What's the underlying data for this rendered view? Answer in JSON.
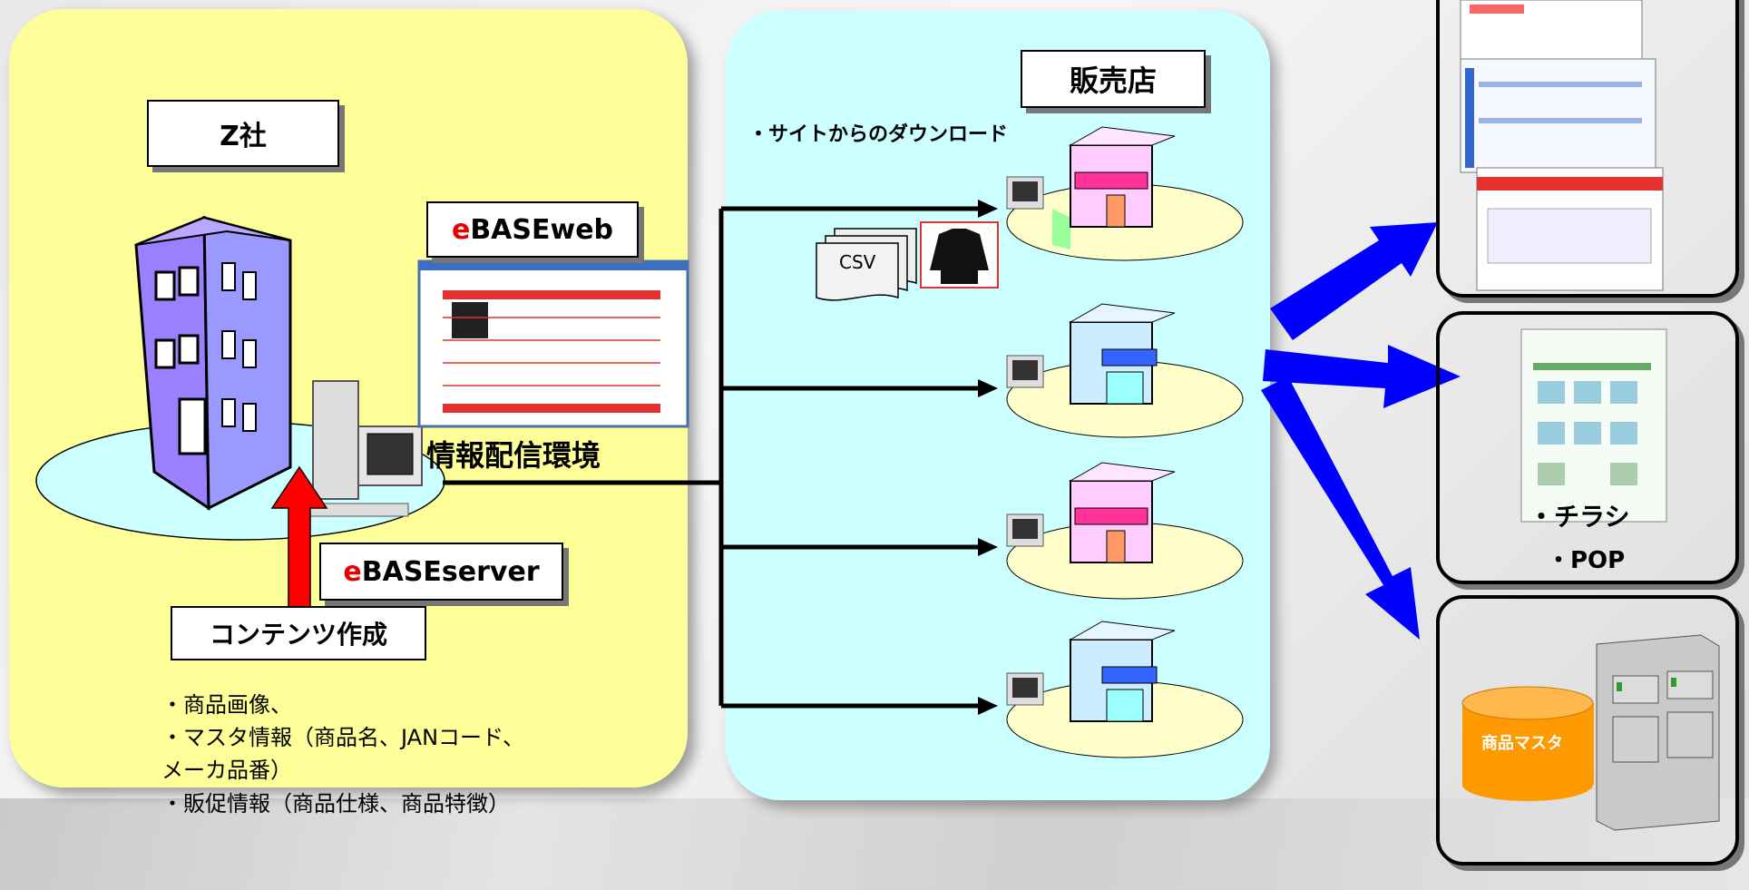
{
  "company": {
    "name": "Z社",
    "server_prefix": "e",
    "server_suffix": "BASEserver",
    "web_prefix": "e",
    "web_suffix": "BASEweb",
    "distribution": "情報配信環境",
    "content_creation": "コンテンツ作成",
    "contents": [
      "・商品画像、",
      "・マスタ情報（商品名、JANコード、",
      "メーカ品番）",
      "・販促情報（商品仕様、商品特徴）"
    ]
  },
  "store": {
    "title": "販売店",
    "download_note": "・サイトからのダウンロード",
    "csv_label": "CSV"
  },
  "outputs": {
    "flyer": "・チラシ",
    "pop": "・POP",
    "master": "商品マスタ"
  },
  "colors": {
    "company_panel": "#ffff99",
    "store_panel": "#ccffff",
    "arrow_blue": "#0000ff",
    "arrow_red": "#ff0000",
    "db_orange": "#ff9900"
  }
}
